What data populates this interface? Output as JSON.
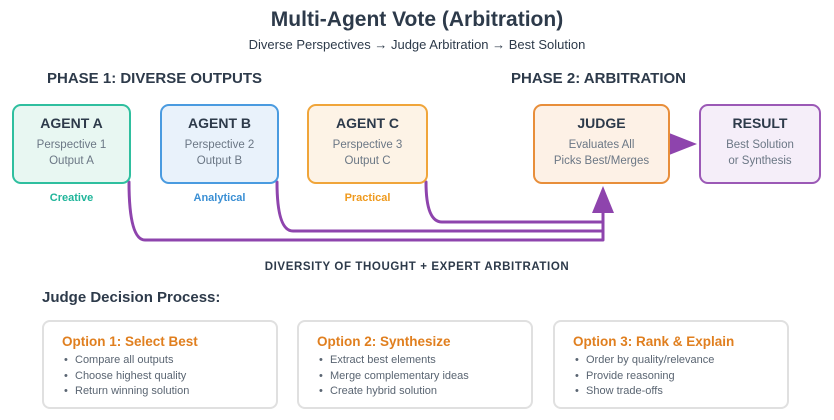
{
  "header": {
    "title": "Multi-Agent Vote (Arbitration)",
    "subtitle": "Diverse Perspectives → Judge Arbitration → Best Solution"
  },
  "phases": {
    "phase1": "PHASE 1: DIVERSE OUTPUTS",
    "phase2": "PHASE 2: ARBITRATION"
  },
  "agents": [
    {
      "title": "AGENT A",
      "line1": "Perspective 1",
      "line2": "Output A",
      "tag": "Creative",
      "tag_color": "#1fb59a",
      "border": "#2fbf9f",
      "fill": "#e8f7f2"
    },
    {
      "title": "AGENT B",
      "line1": "Perspective 2",
      "line2": "Output B",
      "tag": "Analytical",
      "tag_color": "#3a8fd4",
      "border": "#4a9be0",
      "fill": "#e9f2fb"
    },
    {
      "title": "AGENT C",
      "line1": "Perspective 3",
      "line2": "Output C",
      "tag": "Practical",
      "tag_color": "#ef9a1e",
      "border": "#f0a53a",
      "fill": "#fdf3e6"
    }
  ],
  "judge": {
    "title": "JUDGE",
    "line1": "Evaluates All",
    "line2": "Picks Best/Merges",
    "border": "#e88e3a",
    "fill": "#fdf1e6"
  },
  "result": {
    "title": "RESULT",
    "line1": "Best Solution",
    "line2": "or Synthesis",
    "border": "#9b59b6",
    "fill": "#f5eef9"
  },
  "connector_color": "#8e44ad",
  "tagline": "DIVERSITY OF THOUGHT + EXPERT ARBITRATION",
  "process": {
    "heading": "Judge Decision Process:",
    "options": [
      {
        "title": "Option 1: Select Best",
        "items": [
          "Compare all outputs",
          "Choose highest quality",
          "Return winning solution"
        ]
      },
      {
        "title": "Option 2: Synthesize",
        "items": [
          "Extract best elements",
          "Merge complementary ideas",
          "Create hybrid solution"
        ]
      },
      {
        "title": "Option 3: Rank & Explain",
        "items": [
          "Order by quality/relevance",
          "Provide reasoning",
          "Show trade-offs"
        ]
      }
    ]
  }
}
